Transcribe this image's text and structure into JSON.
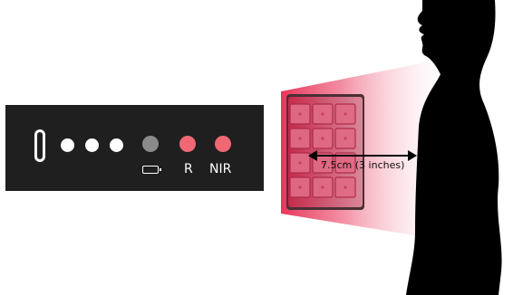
{
  "control_panel": {
    "labels": {
      "red": "R",
      "near_infrared": "NIR"
    },
    "indicator_colors": {
      "panel": "#1f1f1f",
      "white": "#ffffff",
      "standby": "#8a8a8a",
      "active": "#ef6874"
    },
    "icons": {
      "power": "power-switch-icon",
      "battery": "battery-icon"
    }
  },
  "distance": {
    "label": "7.5cm (3 inches)"
  },
  "colors": {
    "light_beam": "#e8365a",
    "led_grid": "#c4304f",
    "silhouette": "#000000"
  }
}
